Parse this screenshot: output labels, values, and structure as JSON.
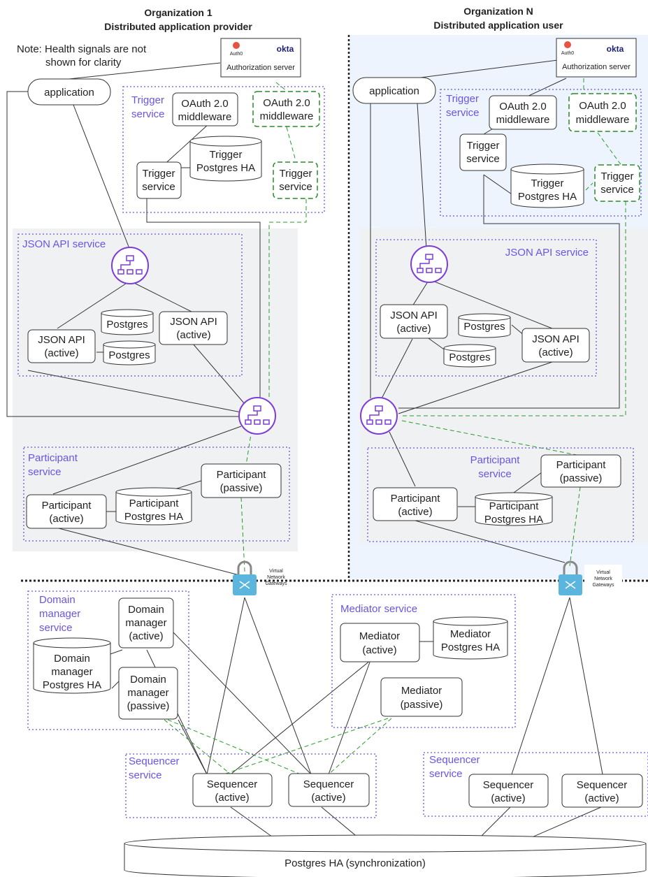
{
  "org1": {
    "title": "Organization 1",
    "subtitle": "Distributed application provider"
  },
  "orgN": {
    "title": "Organization N",
    "subtitle": "Distributed application user"
  },
  "note": {
    "line1": "Note: Health signals are not",
    "line2": "shown for clarity"
  },
  "auth": {
    "label": "Authorization server",
    "auth0": "Auth0",
    "okta": "okta"
  },
  "application": "application",
  "trigger_group": {
    "line1": "Trigger",
    "line2": "service"
  },
  "oauth": {
    "line1": "OAuth 2.0",
    "line2": "middleware"
  },
  "trigger_service": {
    "line1": "Trigger",
    "line2": "service"
  },
  "trigger_pg": {
    "line1": "Trigger",
    "line2": "Postgres HA"
  },
  "json_group": "JSON API service",
  "json_api": {
    "line1": "JSON API",
    "line2": "(active)"
  },
  "postgres": "Postgres",
  "participant_group": {
    "line1": "Participant",
    "line2": "service"
  },
  "participant_active": {
    "line1": "Participant",
    "line2": "(active)"
  },
  "participant_passive": {
    "line1": "Participant",
    "line2": "(passive)"
  },
  "participant_pg": {
    "line1": "Participant",
    "line2": "Postgres HA"
  },
  "vng": {
    "line1": "Virtual",
    "line2": "Network",
    "line3": "Gateways"
  },
  "domain_group": {
    "line1": "Domain",
    "line2": "manager",
    "line3": "service"
  },
  "dm_active": {
    "line1": "Domain",
    "line2": "manager",
    "line3": "(active)"
  },
  "dm_passive": {
    "line1": "Domain",
    "line2": "manager",
    "line3": "(passive)"
  },
  "dm_pg": {
    "line1": "Domain",
    "line2": "manager",
    "line3": "Postgres HA"
  },
  "mediator_group": "Mediator service",
  "mediator_active": {
    "line1": "Mediator",
    "line2": "(active)"
  },
  "mediator_passive": {
    "line1": "Mediator",
    "line2": "(passive)"
  },
  "mediator_pg": {
    "line1": "Mediator",
    "line2": "Postgres HA"
  },
  "sequencer_group": {
    "line1": "Sequencer",
    "line2": "service"
  },
  "sequencer": {
    "line1": "Sequencer",
    "line2": "(active)"
  },
  "sync_pg": "Postgres HA (synchronization)",
  "colors": {
    "group_border": "#6a55e8",
    "standby": "#2a8a2a",
    "balancer": "#7d3cd8",
    "user_bg": "#edf4fd",
    "json_bg": "#f0f1f3",
    "gateway": "#5bb5dd"
  }
}
